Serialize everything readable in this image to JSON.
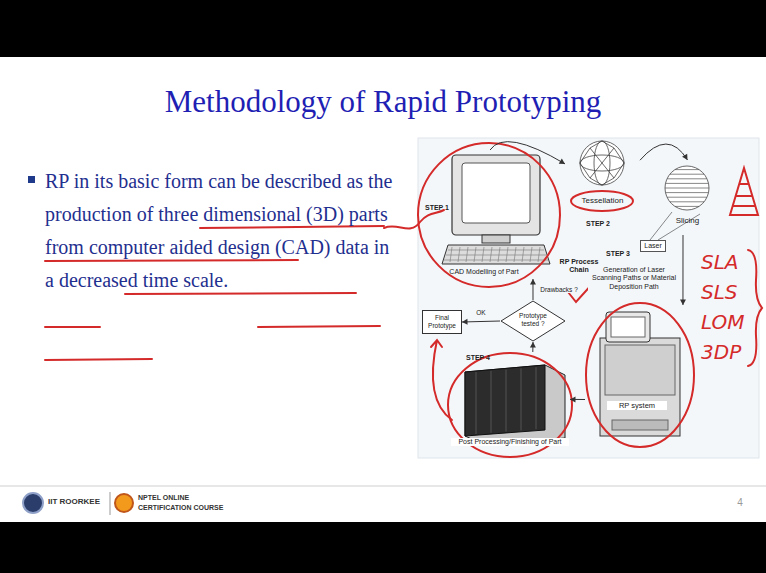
{
  "diagram": {
    "title": "Methodology of Rapid Prototyping",
    "nodes": [
      {
        "text": [
          "CAD Modelling of Part"
        ]
      },
      {
        "text": [
          "Tessellation"
        ]
      },
      {
        "text": [
          "Slicing"
        ]
      },
      {
        "text": [
          "RP system"
        ]
      },
      {
        "text": [
          "Post Processing/Finishing of Part"
        ]
      },
      {
        "text": [
          "Prototype tested ?"
        ]
      },
      {
        "text": [
          "Final Prototype"
        ]
      }
    ],
    "edges": [
      {
        "from": 0,
        "to": 1,
        "arrow": "to"
      },
      {
        "from": 1,
        "to": 2,
        "arrow": "to"
      },
      {
        "from": 2,
        "to": 3,
        "arrow": "to"
      },
      {
        "from": 3,
        "to": 4,
        "arrow": "to"
      },
      {
        "from": 4,
        "to": 5,
        "arrow": "to"
      },
      {
        "from": 5,
        "to": 6,
        "label": "OK",
        "arrow": "to"
      },
      {
        "from": 5,
        "to": 0,
        "label": "Drawbacks ?",
        "arrow": "to"
      }
    ],
    "labels": [
      "RP in its basic form can be described as the production of three dimensional (3D) parts from computer aided design (CAD) data in a decreased time scale.",
      "STEP 1",
      "STEP 2",
      "STEP 3",
      "STEP 4",
      "Laser",
      "Generation of Laser Scanning Paths or Material Deposition Path",
      "RP Process Chain",
      "SLA",
      "SLS",
      "LOM",
      "3DP",
      "IIT ROORKEE",
      "NPTEL ONLINE",
      "CERTIFICATION COURSE",
      "4"
    ]
  }
}
